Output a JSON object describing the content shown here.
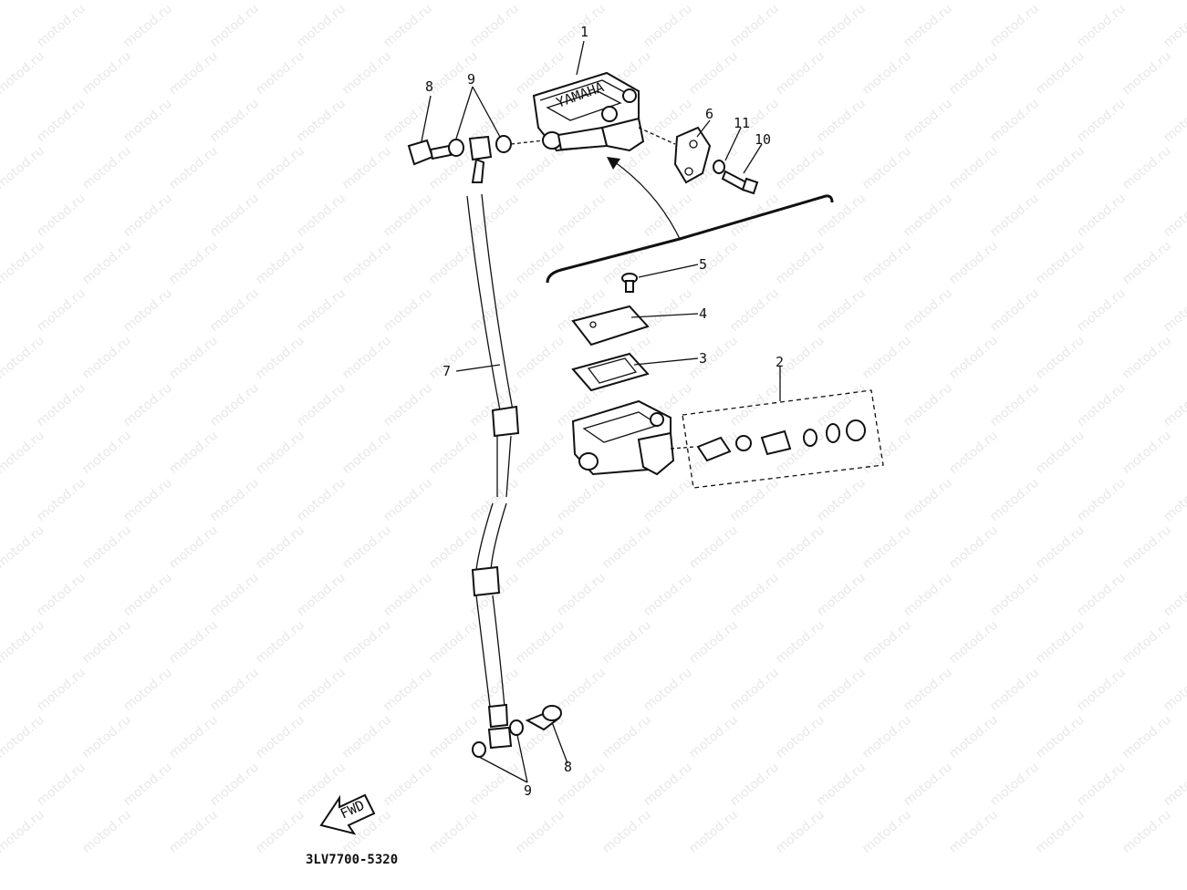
{
  "watermark": "motod.ru",
  "part_code": "3LV7700-5320",
  "front_marker": "FWD",
  "brand_text": "YAMAHA",
  "callouts": [
    "1",
    "2",
    "3",
    "4",
    "5",
    "6",
    "7",
    "8",
    "9",
    "10",
    "11",
    "8",
    "9"
  ]
}
